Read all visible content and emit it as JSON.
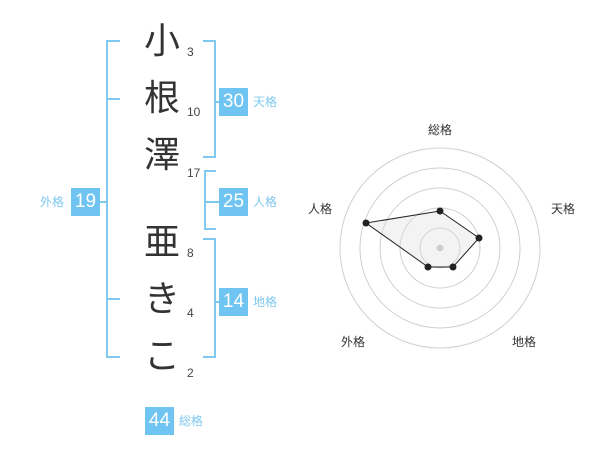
{
  "name": {
    "chars": [
      {
        "char": "小",
        "strokes": "3"
      },
      {
        "char": "根",
        "strokes": "10"
      },
      {
        "char": "澤",
        "strokes": "17"
      },
      {
        "char": "亜",
        "strokes": "8"
      },
      {
        "char": "き",
        "strokes": "4"
      },
      {
        "char": "こ",
        "strokes": "2"
      }
    ]
  },
  "kakusu": {
    "tenkaku": {
      "value": "30",
      "label": "天格"
    },
    "jinkaku": {
      "value": "25",
      "label": "人格"
    },
    "chikaku": {
      "value": "14",
      "label": "地格"
    },
    "gaikaku": {
      "value": "19",
      "label": "外格"
    },
    "soukaku": {
      "value": "44",
      "label": "総格"
    }
  },
  "radar": {
    "labels": {
      "top": "総格",
      "right": "天格",
      "bottom_right": "地格",
      "bottom_left": "外格",
      "left": "人格"
    }
  },
  "colors": {
    "accent": "#6fc4f2",
    "bracket": "#7fc8f0"
  }
}
